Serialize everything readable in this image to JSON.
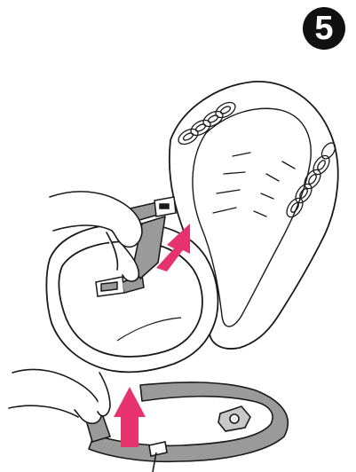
{
  "step": {
    "number": "5"
  },
  "icons": {
    "step_badge": "filled-circle-numeral",
    "arrows": "upward-pink-arrow"
  },
  "colors": {
    "arrow": "#e6336e",
    "strap": "#9a9a9a",
    "line": "#1a1a1a",
    "seat_fill": "#ffffff",
    "badge": "#111111"
  }
}
